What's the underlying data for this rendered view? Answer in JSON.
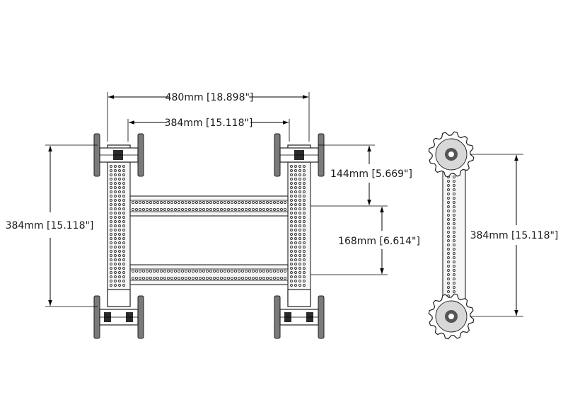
{
  "dimensions": {
    "overall_width": "480mm [18.898\"]",
    "inner_width": "384mm [15.118\"]",
    "left_height": "384mm [15.118\"]",
    "top_offset": "144mm [5.669\"]",
    "channel_spacing": "168mm [6.614\"]",
    "side_height": "384mm [15.118\"]"
  },
  "colors": {
    "line": "#000000",
    "part_fill": "#7a7a7a",
    "hole": "#333333"
  }
}
